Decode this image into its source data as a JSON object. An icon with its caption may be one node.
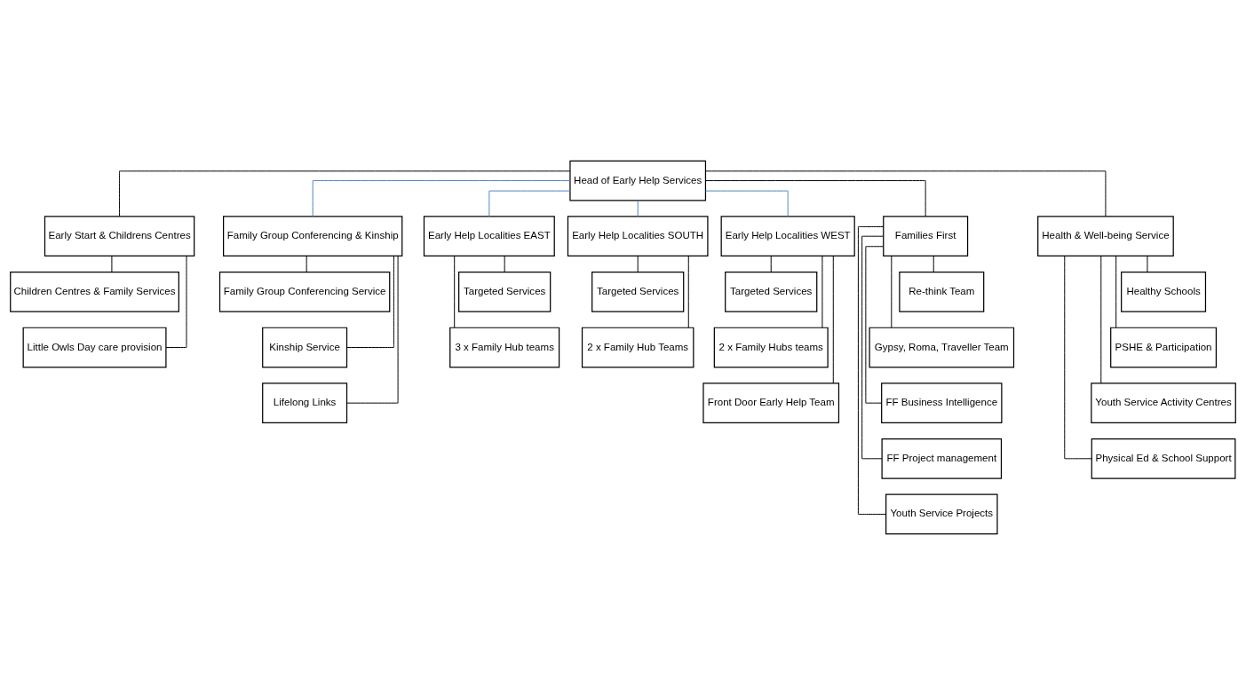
{
  "diagram": {
    "nodes": [
      {
        "text": [
          "Head of Early Help Services"
        ]
      },
      {
        "text": [
          "Early Start & Childrens Centres"
        ]
      },
      {
        "text": [
          "Family Group Conferencing & Kinship"
        ]
      },
      {
        "text": [
          "Early Help Localities EAST"
        ]
      },
      {
        "text": [
          "Early Help Localities SOUTH"
        ]
      },
      {
        "text": [
          "Early Help Localities WEST"
        ]
      },
      {
        "text": [
          "Families First"
        ]
      },
      {
        "text": [
          "Health & Well-being Service"
        ]
      },
      {
        "text": [
          "Children Centres & Family Services"
        ]
      },
      {
        "text": [
          "Little Owls Day care provision"
        ]
      },
      {
        "text": [
          "Family Group Conferencing Service"
        ]
      },
      {
        "text": [
          "Kinship Service"
        ]
      },
      {
        "text": [
          "Lifelong Links"
        ]
      },
      {
        "text": [
          "Targeted Services"
        ]
      },
      {
        "text": [
          "3 x Family Hub teams"
        ]
      },
      {
        "text": [
          "Targeted Services"
        ]
      },
      {
        "text": [
          "2 x Family Hub Teams"
        ]
      },
      {
        "text": [
          "Targeted Services"
        ]
      },
      {
        "text": [
          "2 x Family Hubs teams"
        ]
      },
      {
        "text": [
          "Front Door Early Help Team"
        ]
      },
      {
        "text": [
          "Re-think Team"
        ]
      },
      {
        "text": [
          "Gypsy, Roma, Traveller Team"
        ]
      },
      {
        "text": [
          "FF Business Intelligence"
        ]
      },
      {
        "text": [
          "FF Project management"
        ]
      },
      {
        "text": [
          "Youth Service Projects"
        ]
      },
      {
        "text": [
          "Healthy Schools"
        ]
      },
      {
        "text": [
          "PSHE & Participation"
        ]
      },
      {
        "text": [
          "Youth Service Activity Centres"
        ]
      },
      {
        "text": [
          "Physical Ed & School Support"
        ]
      }
    ],
    "edges": [
      {
        "from": 0,
        "to": 1,
        "arrow": "none"
      },
      {
        "from": 0,
        "to": 2,
        "arrow": "none",
        "color": "#4f81bd"
      },
      {
        "from": 0,
        "to": 3,
        "arrow": "none",
        "color": "#4f81bd"
      },
      {
        "from": 0,
        "to": 4,
        "arrow": "none",
        "color": "#4f81bd"
      },
      {
        "from": 0,
        "to": 5,
        "arrow": "none",
        "color": "#4f81bd"
      },
      {
        "from": 0,
        "to": 6,
        "arrow": "none"
      },
      {
        "from": 0,
        "to": 7,
        "arrow": "none"
      },
      {
        "from": 1,
        "to": 8,
        "arrow": "none"
      },
      {
        "from": 1,
        "to": 9,
        "arrow": "none"
      },
      {
        "from": 2,
        "to": 10,
        "arrow": "none"
      },
      {
        "from": 2,
        "to": 11,
        "arrow": "none"
      },
      {
        "from": 2,
        "to": 12,
        "arrow": "none"
      },
      {
        "from": 3,
        "to": 13,
        "arrow": "none"
      },
      {
        "from": 3,
        "to": 14,
        "arrow": "none"
      },
      {
        "from": 4,
        "to": 15,
        "arrow": "none"
      },
      {
        "from": 4,
        "to": 16,
        "arrow": "none"
      },
      {
        "from": 5,
        "to": 17,
        "arrow": "none"
      },
      {
        "from": 5,
        "to": 18,
        "arrow": "none"
      },
      {
        "from": 5,
        "to": 19,
        "arrow": "none"
      },
      {
        "from": 6,
        "to": 20,
        "arrow": "none"
      },
      {
        "from": 6,
        "to": 21,
        "arrow": "none"
      },
      {
        "from": 6,
        "to": 22,
        "arrow": "none"
      },
      {
        "from": 6,
        "to": 23,
        "arrow": "none"
      },
      {
        "from": 6,
        "to": 24,
        "arrow": "none"
      },
      {
        "from": 7,
        "to": 25,
        "arrow": "none"
      },
      {
        "from": 7,
        "to": 26,
        "arrow": "none"
      },
      {
        "from": 7,
        "to": 27,
        "arrow": "none"
      },
      {
        "from": 7,
        "to": 28,
        "arrow": "none"
      }
    ]
  }
}
